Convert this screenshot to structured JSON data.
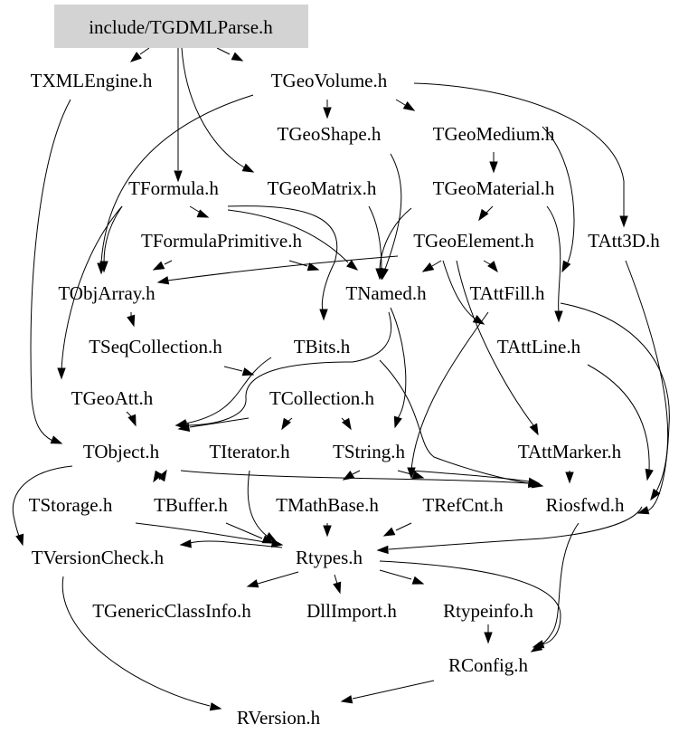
{
  "nodes": {
    "tgdmlparse": {
      "label": "include/TGDMLParse.h",
      "fill": "#d3d3d3"
    },
    "txmlengine": {
      "label": "TXMLEngine.h"
    },
    "tgeovolume": {
      "label": "TGeoVolume.h"
    },
    "tgeoshape": {
      "label": "TGeoShape.h"
    },
    "tgeomedium": {
      "label": "TGeoMedium.h"
    },
    "tformula": {
      "label": "TFormula.h"
    },
    "tgeomatrix": {
      "label": "TGeoMatrix.h"
    },
    "tgeomaterial": {
      "label": "TGeoMaterial.h"
    },
    "tformulaprimitive": {
      "label": "TFormulaPrimitive.h"
    },
    "tgeoelement": {
      "label": "TGeoElement.h"
    },
    "tatt3d": {
      "label": "TAtt3D.h"
    },
    "tobjarray": {
      "label": "TObjArray.h"
    },
    "tnamed": {
      "label": "TNamed.h"
    },
    "tattfill": {
      "label": "TAttFill.h"
    },
    "tseqcollection": {
      "label": "TSeqCollection.h"
    },
    "tbits": {
      "label": "TBits.h"
    },
    "tattline": {
      "label": "TAttLine.h"
    },
    "tgeoatt": {
      "label": "TGeoAtt.h"
    },
    "tcollection": {
      "label": "TCollection.h"
    },
    "tobject": {
      "label": "TObject.h"
    },
    "titerator": {
      "label": "TIterator.h"
    },
    "tstring": {
      "label": "TString.h"
    },
    "tattmarker": {
      "label": "TAttMarker.h"
    },
    "tstorage": {
      "label": "TStorage.h"
    },
    "tbuffer": {
      "label": "TBuffer.h"
    },
    "tmathbase": {
      "label": "TMathBase.h"
    },
    "trefcnt": {
      "label": "TRefCnt.h"
    },
    "riosfwd": {
      "label": "Riosfwd.h"
    },
    "tversioncheck": {
      "label": "TVersionCheck.h"
    },
    "rtypes": {
      "label": "Rtypes.h"
    },
    "tgenericclassinfo": {
      "label": "TGenericClassInfo.h"
    },
    "dllimport": {
      "label": "DllImport.h"
    },
    "rtypeinfo": {
      "label": "Rtypeinfo.h"
    },
    "rconfig": {
      "label": "RConfig.h"
    },
    "rversion": {
      "label": "RVersion.h"
    }
  }
}
